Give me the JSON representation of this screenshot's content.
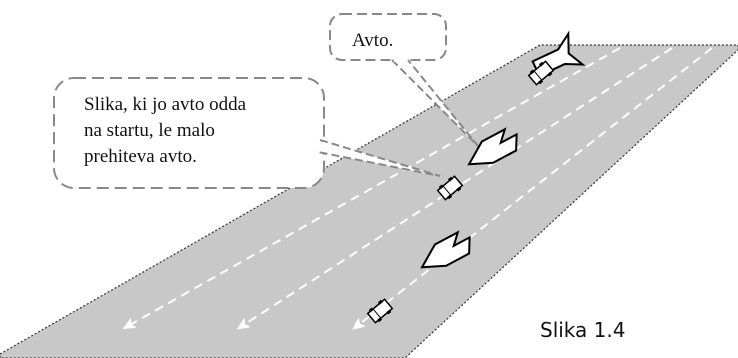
{
  "callout_car": {
    "text": "Avto."
  },
  "callout_image": {
    "lines": [
      "Slika, ki jo avto odda",
      "na startu, le malo",
      "prehiteva avto."
    ]
  },
  "caption": "Slika 1.4",
  "colors": {
    "road_fill": "#c8c8c8",
    "road_edge": "#333333",
    "lane_marking": "#ffffff",
    "callout_border": "#888888",
    "arrow_fill": "#ffffff",
    "arrow_stroke": "#000000"
  }
}
